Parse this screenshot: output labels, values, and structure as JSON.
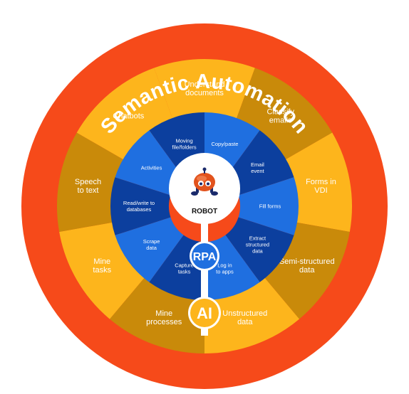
{
  "title": "Semantic Automation",
  "center": {
    "label": "ROBOT"
  },
  "badges": {
    "rpa": "RPA",
    "ai": "AI"
  },
  "colors": {
    "outer_ring": "#f64a1a",
    "ai_light": "#fdb51c",
    "ai_dark": "#c98a0a",
    "rpa_light": "#1f6fe0",
    "rpa_dark": "#0c3f9e",
    "center": "#ffffff"
  },
  "rpa_ring": [
    {
      "lines": [
        "Copy/paste"
      ]
    },
    {
      "lines": [
        "Email",
        "event"
      ]
    },
    {
      "lines": [
        "Fill forms"
      ]
    },
    {
      "lines": [
        "Extract",
        "structured",
        "data"
      ]
    },
    {
      "lines": [
        "Log in",
        "to apps"
      ]
    },
    {
      "lines": [
        "Capture",
        "tasks"
      ]
    },
    {
      "lines": [
        "Scrape",
        "data"
      ]
    },
    {
      "lines": [
        "Read/write to",
        "databases"
      ]
    },
    {
      "lines": [
        "Activities"
      ]
    },
    {
      "lines": [
        "Moving",
        "file/folders"
      ]
    }
  ],
  "ai_ring": [
    {
      "lines": [
        "Understand",
        "documents"
      ]
    },
    {
      "lines": [
        "Classify",
        "emails"
      ]
    },
    {
      "lines": [
        "Forms in",
        "VDI"
      ]
    },
    {
      "lines": [
        "Semi-structured",
        "data"
      ]
    },
    {
      "lines": [
        "Unstructured",
        "data"
      ]
    },
    {
      "lines": [
        "Mine",
        "processes"
      ]
    },
    {
      "lines": [
        "Mine",
        "tasks"
      ]
    },
    {
      "lines": [
        "Speech",
        "to text"
      ]
    },
    {
      "lines": [
        "Chatbots"
      ]
    }
  ]
}
